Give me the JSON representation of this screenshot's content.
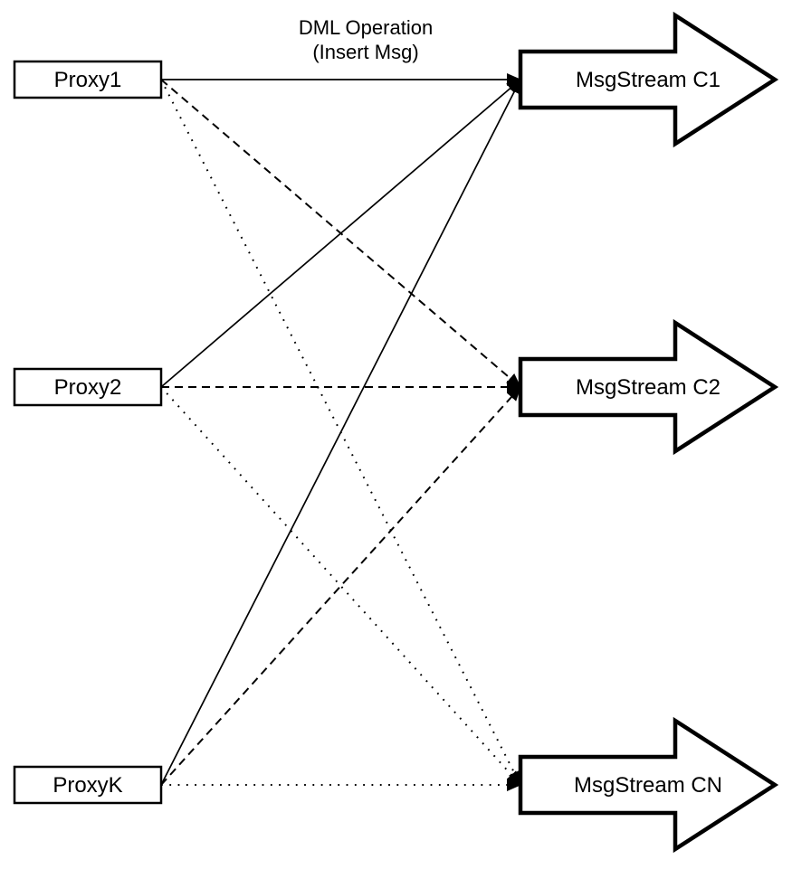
{
  "title": {
    "line1": "DML Operation",
    "line2": "(Insert Msg)"
  },
  "proxies": [
    {
      "label": "Proxy1"
    },
    {
      "label": "Proxy2"
    },
    {
      "label": "ProxyK"
    }
  ],
  "streams": [
    {
      "label": "MsgStream C1"
    },
    {
      "label": "MsgStream C2"
    },
    {
      "label": "MsgStream CN"
    }
  ],
  "connections": [
    {
      "from": "Proxy1",
      "to": "MsgStream C1",
      "line_style": "solid"
    },
    {
      "from": "Proxy2",
      "to": "MsgStream C1",
      "line_style": "solid"
    },
    {
      "from": "ProxyK",
      "to": "MsgStream C1",
      "line_style": "solid"
    },
    {
      "from": "Proxy1",
      "to": "MsgStream C2",
      "line_style": "dashed"
    },
    {
      "from": "Proxy2",
      "to": "MsgStream C2",
      "line_style": "dashed"
    },
    {
      "from": "ProxyK",
      "to": "MsgStream C2",
      "line_style": "dashed"
    },
    {
      "from": "Proxy1",
      "to": "MsgStream CN",
      "line_style": "dotted"
    },
    {
      "from": "Proxy2",
      "to": "MsgStream CN",
      "line_style": "dotted"
    },
    {
      "from": "ProxyK",
      "to": "MsgStream CN",
      "line_style": "dotted"
    }
  ],
  "colors": {
    "stroke": "#000000",
    "fill": "#ffffff",
    "background": "#ffffff"
  }
}
